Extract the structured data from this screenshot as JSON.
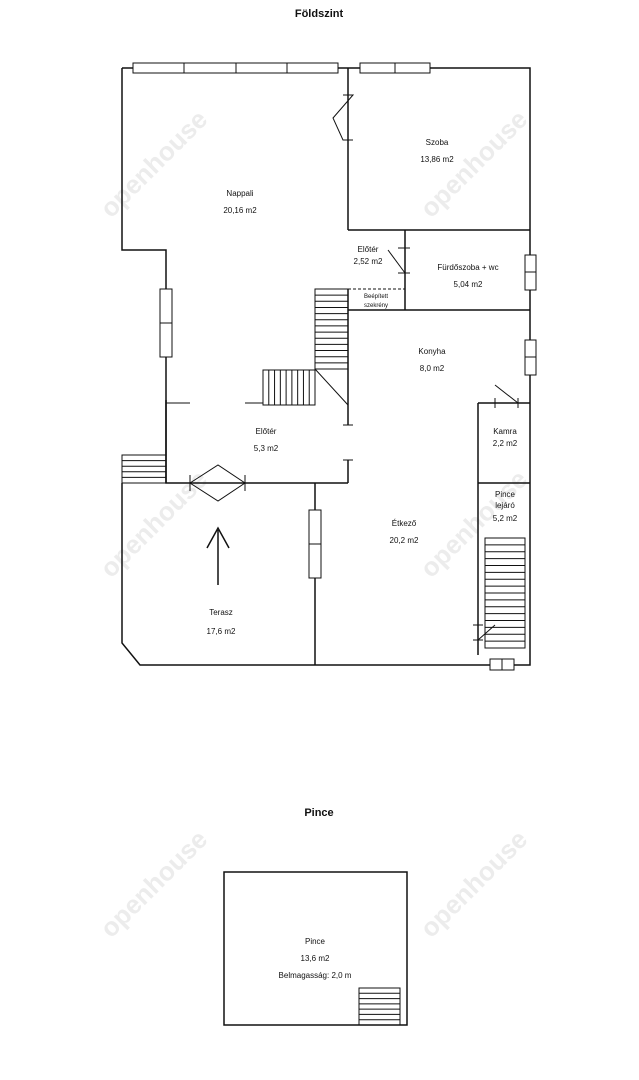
{
  "titles": {
    "ground": "Földszint",
    "cellar": "Pince"
  },
  "rooms": [
    {
      "name": "Nappali",
      "area": "20,16 m2"
    },
    {
      "name": "Szoba",
      "area": "13,86 m2"
    },
    {
      "name": "Előtér",
      "area": "2,52 m2"
    },
    {
      "name": "Fürdőszoba + wc",
      "area": "5,04 m2"
    },
    {
      "name": "Beépített",
      "area": "szekrény"
    },
    {
      "name": "Konyha",
      "area": "8,0 m2"
    },
    {
      "name": "Előtér",
      "area": "5,3 m2"
    },
    {
      "name": "Kamra",
      "area": "2,2 m2"
    },
    {
      "name": "Pince lejáró",
      "area": "5,2 m2"
    },
    {
      "name": "Étkező",
      "area": "20,2 m2"
    },
    {
      "name": "Terasz",
      "area": "17,6 m2"
    }
  ],
  "pince": {
    "name": "Pince",
    "area": "13,6 m2",
    "height": "Belmagasság: 2,0 m"
  },
  "watermark": "openhouse"
}
